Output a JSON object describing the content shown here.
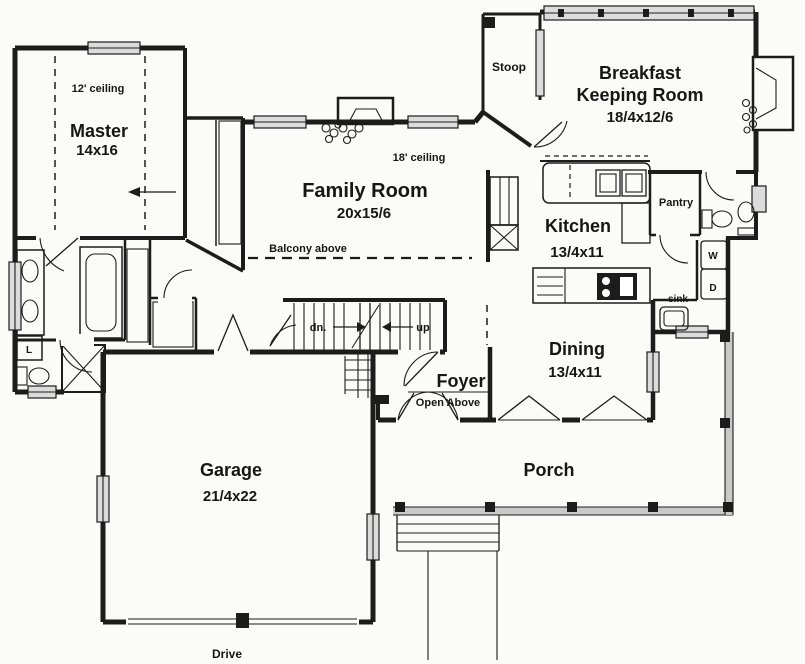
{
  "colors": {
    "ink": "#1c1c1c",
    "paper": "#fbfbfa",
    "window_fill": "#dcdcdc",
    "porch_fill": "#c9c9c9"
  },
  "rooms": {
    "master": {
      "ceiling": "12' ceiling",
      "name": "Master",
      "size": "14x16"
    },
    "family_room": {
      "ceiling": "18' ceiling",
      "name": "Family Room",
      "size": "20x15/6",
      "balcony_note": "Balcony above"
    },
    "breakfast_keeping": {
      "name_line1": "Breakfast",
      "name_line2": "Keeping Room",
      "size": "18/4x12/6"
    },
    "kitchen": {
      "name": "Kitchen",
      "size": "13/4x11",
      "sink_label": "sink"
    },
    "dining": {
      "name": "Dining",
      "size": "13/4x11"
    },
    "foyer": {
      "name": "Foyer",
      "open_note": "Open Above"
    },
    "garage": {
      "name": "Garage",
      "size": "21/4x22"
    },
    "porch": {
      "name": "Porch"
    },
    "stoop": {
      "name": "Stoop"
    },
    "pantry": {
      "name": "Pantry"
    }
  },
  "labels": {
    "stairs_down": "dn.",
    "stairs_up": "up",
    "washer": "W",
    "dryer": "D",
    "linen": "L",
    "drive": "Drive"
  }
}
